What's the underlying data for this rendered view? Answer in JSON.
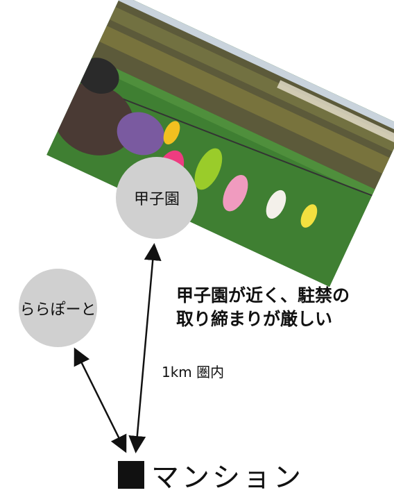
{
  "photo": {
    "scene": "stadium-crowd-photo"
  },
  "nodes": {
    "koshien": "甲子園",
    "lalaport": "ららぽーと",
    "mansion": "マンション"
  },
  "note_lines": [
    "甲子園が近く、駐禁の",
    "取り締まりが厳しい"
  ],
  "distance": "1km 圏内",
  "colors": {
    "circle": "#d0d0d0",
    "text": "#111111"
  }
}
